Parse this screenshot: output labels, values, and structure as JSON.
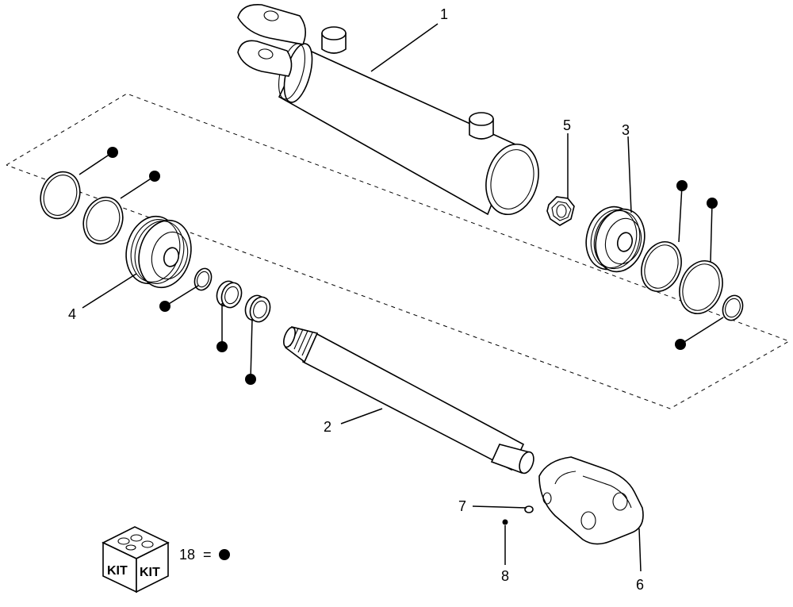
{
  "diagram": {
    "callouts": [
      {
        "id": "1",
        "label": "1"
      },
      {
        "id": "2",
        "label": "2"
      },
      {
        "id": "3",
        "label": "3"
      },
      {
        "id": "4",
        "label": "4"
      },
      {
        "id": "5",
        "label": "5"
      },
      {
        "id": "6",
        "label": "6"
      },
      {
        "id": "7",
        "label": "7"
      },
      {
        "id": "8",
        "label": "8"
      }
    ],
    "kit": {
      "box_label_left": "KIT",
      "box_label_right": "KIT",
      "legend_number": "18",
      "legend_equals": "="
    }
  }
}
